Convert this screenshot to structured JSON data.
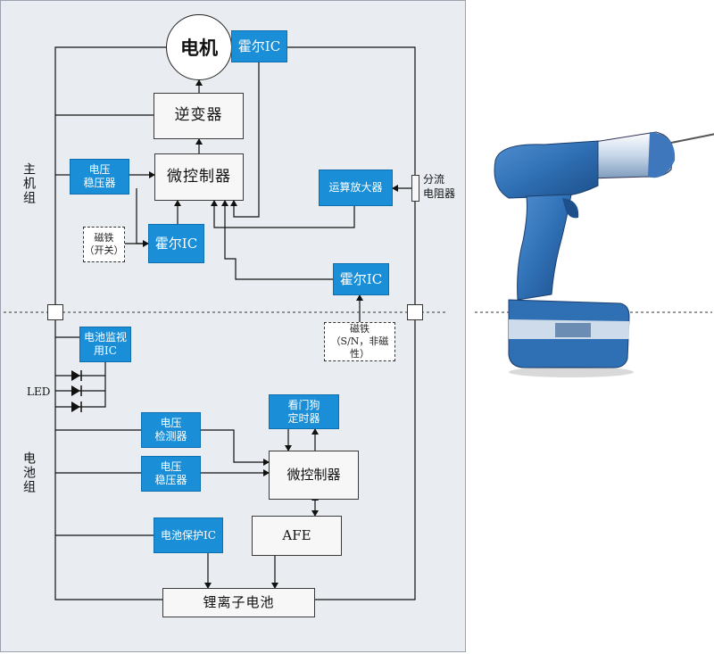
{
  "motor": "电机",
  "hall_ic_motor": "霍尔IC",
  "inverter": "逆变器",
  "mcu_main": "微控制器",
  "voltage_regulator_main": "电压\n稳压器",
  "magnet_switch": "磁铁\n（开关）",
  "hall_ic_switch": "霍尔IC",
  "op_amp": "运算放大器",
  "shunt_resistor": "分流\n电阻器",
  "hall_ic_pack": "霍尔IC",
  "magnet_pack": "磁铁\n（S/N，非磁性）",
  "section_main": "主机组",
  "section_battery": "电池组",
  "battery_monitor_ic": "电池监视\n用IC",
  "led_label": "LED",
  "voltage_detector": "电压\n检测器",
  "watchdog_timer": "看门狗\n定时器",
  "voltage_regulator_batt": "电压\n稳压器",
  "mcu_batt": "微控制器",
  "battery_protection_ic": "电池保护IC",
  "afe": "AFE",
  "li_ion_battery": "锂离子电池",
  "colors": {
    "accent_blue": "#1a8fd8",
    "panel_bg": "#e9edf2",
    "drill_blue": "#2f6fb4"
  },
  "illustration": "cordless-drill"
}
